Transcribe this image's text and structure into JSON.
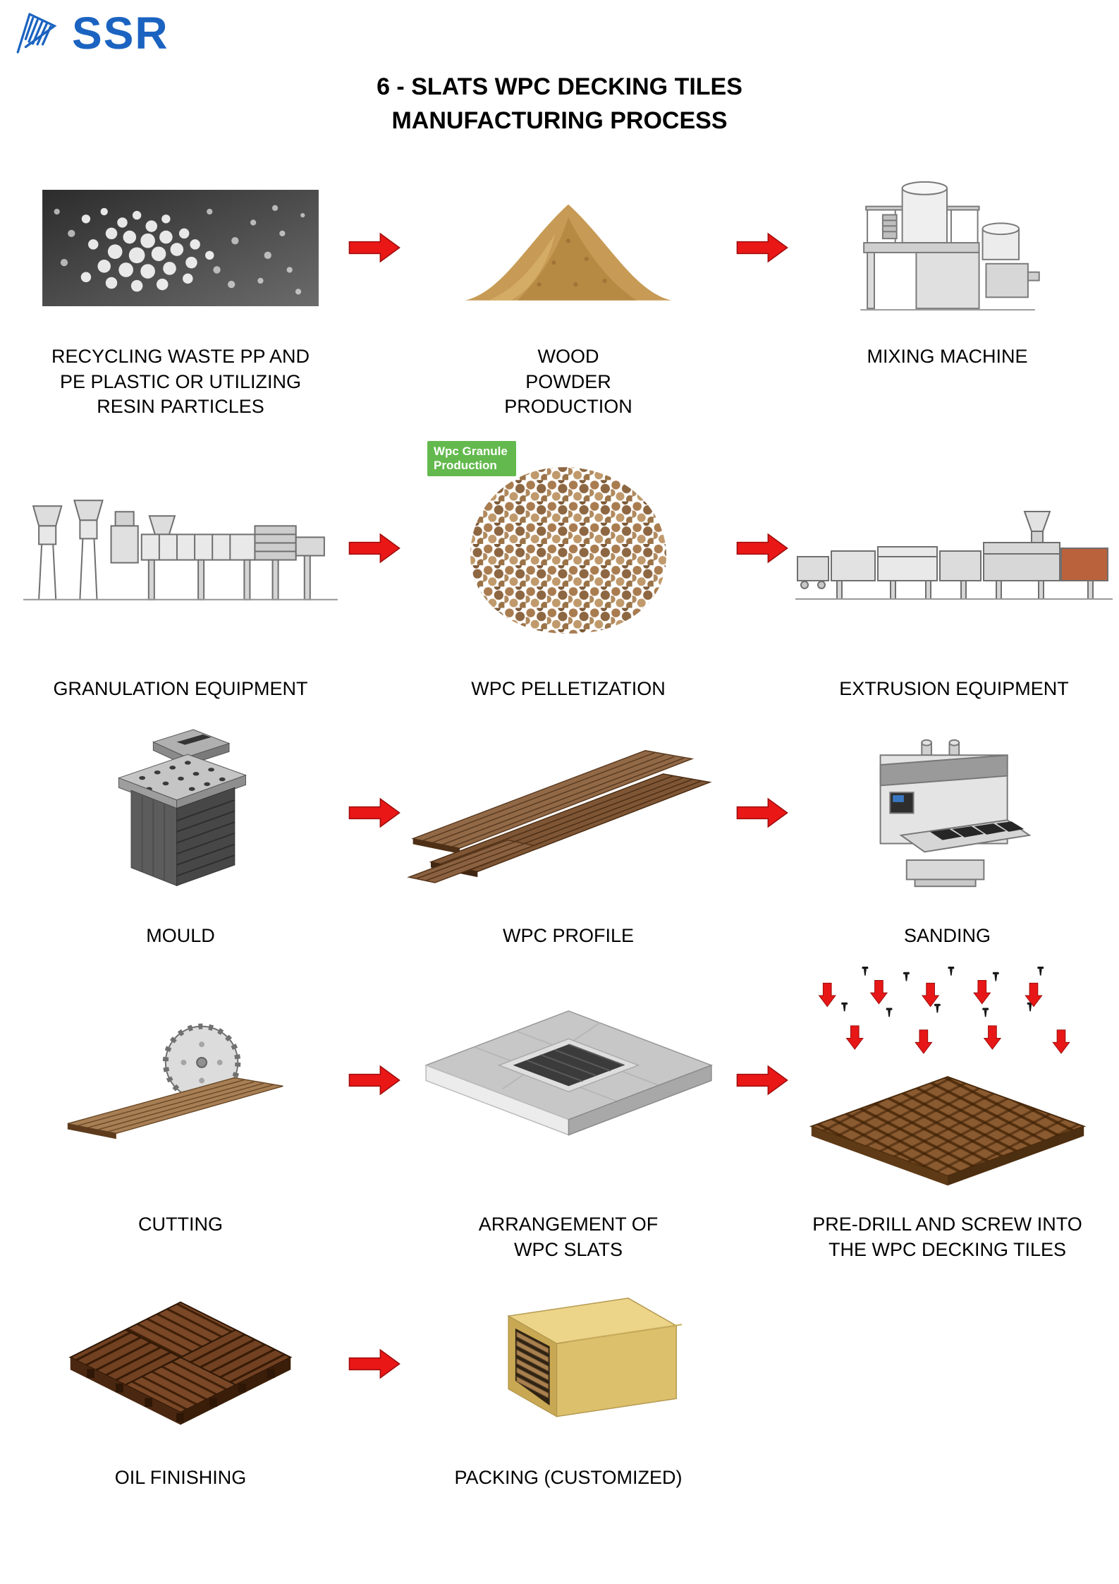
{
  "logo": {
    "text": "SSR",
    "color": "#1b63c0",
    "icon": "ssr-flag-icon"
  },
  "title": {
    "line1": "6 - SLATS WPC DECKING TILES",
    "line2": "MANUFACTURING PROCESS"
  },
  "arrow": {
    "direction": "right",
    "color": "#e81717",
    "icon": "arrow-right-icon"
  },
  "steps": [
    {
      "label": "RECYCLING WASTE PP AND PE PLASTIC OR UTILIZING RESIN PARTICLES",
      "icon": "plastic-pellets-photo"
    },
    {
      "label": "WOOD POWDER PRODUCTION",
      "icon": "wood-powder-photo"
    },
    {
      "label": "MIXING MACHINE",
      "icon": "mixing-machine-illustration"
    },
    {
      "label": "GRANULATION EQUIPMENT",
      "icon": "granulation-equipment-illustration"
    },
    {
      "label": "WPC PELLETIZATION",
      "icon": "wpc-pellets-photo",
      "badge": "Wpc Granule Production"
    },
    {
      "label": "EXTRUSION EQUIPMENT",
      "icon": "extrusion-equipment-illustration"
    },
    {
      "label": "MOULD",
      "icon": "mould-photo"
    },
    {
      "label": "WPC PROFILE",
      "icon": "wpc-profile-illustration"
    },
    {
      "label": "SANDING",
      "icon": "sanding-machine-illustration"
    },
    {
      "label": "CUTTING",
      "icon": "cutting-saw-illustration"
    },
    {
      "label": "ARRANGEMENT OF WPC SLATS",
      "icon": "slat-arrangement-illustration"
    },
    {
      "label": "PRE-DRILL AND SCREW INTO THE WPC DECKING TILES",
      "icon": "predrill-screw-illustration"
    },
    {
      "label": "OIL FINISHING",
      "icon": "oil-finished-tile-illustration"
    },
    {
      "label": "PACKING (CUSTOMIZED)",
      "icon": "packing-box-illustration"
    }
  ]
}
